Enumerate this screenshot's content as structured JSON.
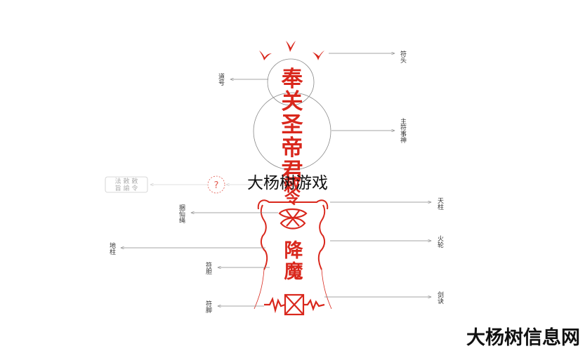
{
  "diagram": {
    "talisman_top": [
      "奉",
      "关",
      "圣",
      "帝",
      "君"
    ],
    "talisman_mid": [
      "敕",
      "令"
    ],
    "talisman_lower": [
      "降",
      "魔"
    ],
    "labels": {
      "fu_tou": "符头",
      "dao_hao": "道号",
      "zhu_fu_shi_shen": "主符事神",
      "fa_chi_ling_a": "法 敕 敕",
      "fa_chi_ling_b": "旨 諭 令",
      "question": "?",
      "tian_zhu": "天柱",
      "kun_xian_sheng": "捆仙绳",
      "huo_lun": "火轮",
      "di_zhu": "地柱",
      "fu_dan": "符胆",
      "jian_jue": "剑诀",
      "fu_jiao": "符脚"
    }
  },
  "watermark": {
    "overlay_text": "大杨树游戏",
    "brand_text": "大杨树信息网"
  },
  "colors": {
    "red": "#d9271c",
    "line": "#888888",
    "text": "#333333",
    "faded": "#aaaaaa"
  }
}
